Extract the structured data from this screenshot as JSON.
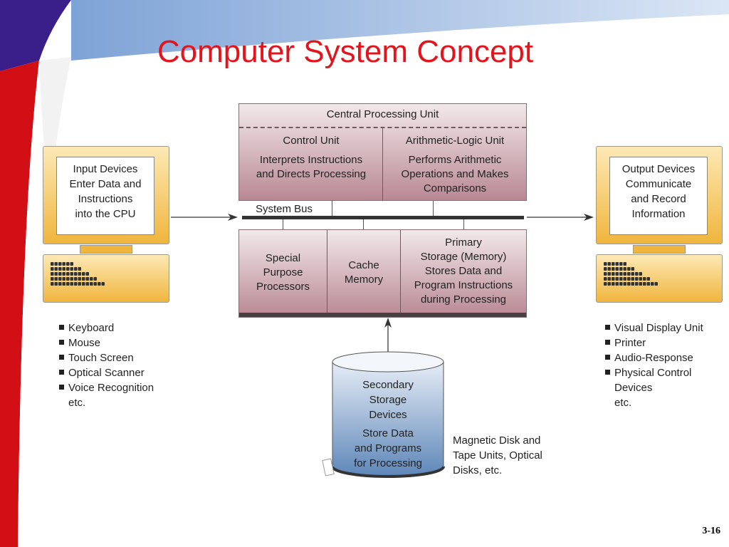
{
  "slide": {
    "title": "Computer System Concept",
    "page_number": "3-16"
  },
  "cpu": {
    "title": "Central Processing Unit",
    "control_unit": {
      "heading": "Control Unit",
      "body": [
        "Interprets Instructions",
        "and Directs Processing"
      ]
    },
    "alu": {
      "heading": "Arithmetic-Logic Unit",
      "body": [
        "Performs Arithmetic",
        "Operations and Makes",
        "Comparisons"
      ]
    }
  },
  "bus": {
    "label": "System Bus"
  },
  "memory_bank": {
    "special": [
      "Special",
      "Purpose",
      "Processors"
    ],
    "cache": [
      "Cache",
      "Memory"
    ],
    "primary": [
      "Primary",
      "Storage (Memory)",
      "Stores Data and",
      "Program Instructions",
      "during Processing"
    ]
  },
  "input": {
    "screen": [
      "Input Devices",
      "Enter Data and",
      "Instructions",
      "into the CPU"
    ],
    "items": [
      "Keyboard",
      "Mouse",
      "Touch Screen",
      "Optical Scanner",
      "Voice Recognition"
    ],
    "etc": "etc."
  },
  "output": {
    "screen": [
      "Output Devices",
      "Communicate",
      "and Record",
      "Information"
    ],
    "items": [
      "Visual Display Unit",
      "Printer",
      "Audio-Response",
      "Physical Control"
    ],
    "cont": "Devices",
    "etc": "etc."
  },
  "secondary": {
    "lines": [
      "Secondary",
      "Storage",
      "Devices"
    ],
    "lines2": [
      "Store Data",
      "and Programs",
      "for Processing"
    ],
    "note": [
      "Magnetic Disk and",
      "Tape Units, Optical",
      "Disks, etc."
    ]
  },
  "colors": {
    "title": "#e3141b",
    "panel": "#b88893",
    "monitor": "#f0b53d",
    "cylinder": "#5d86b8"
  }
}
